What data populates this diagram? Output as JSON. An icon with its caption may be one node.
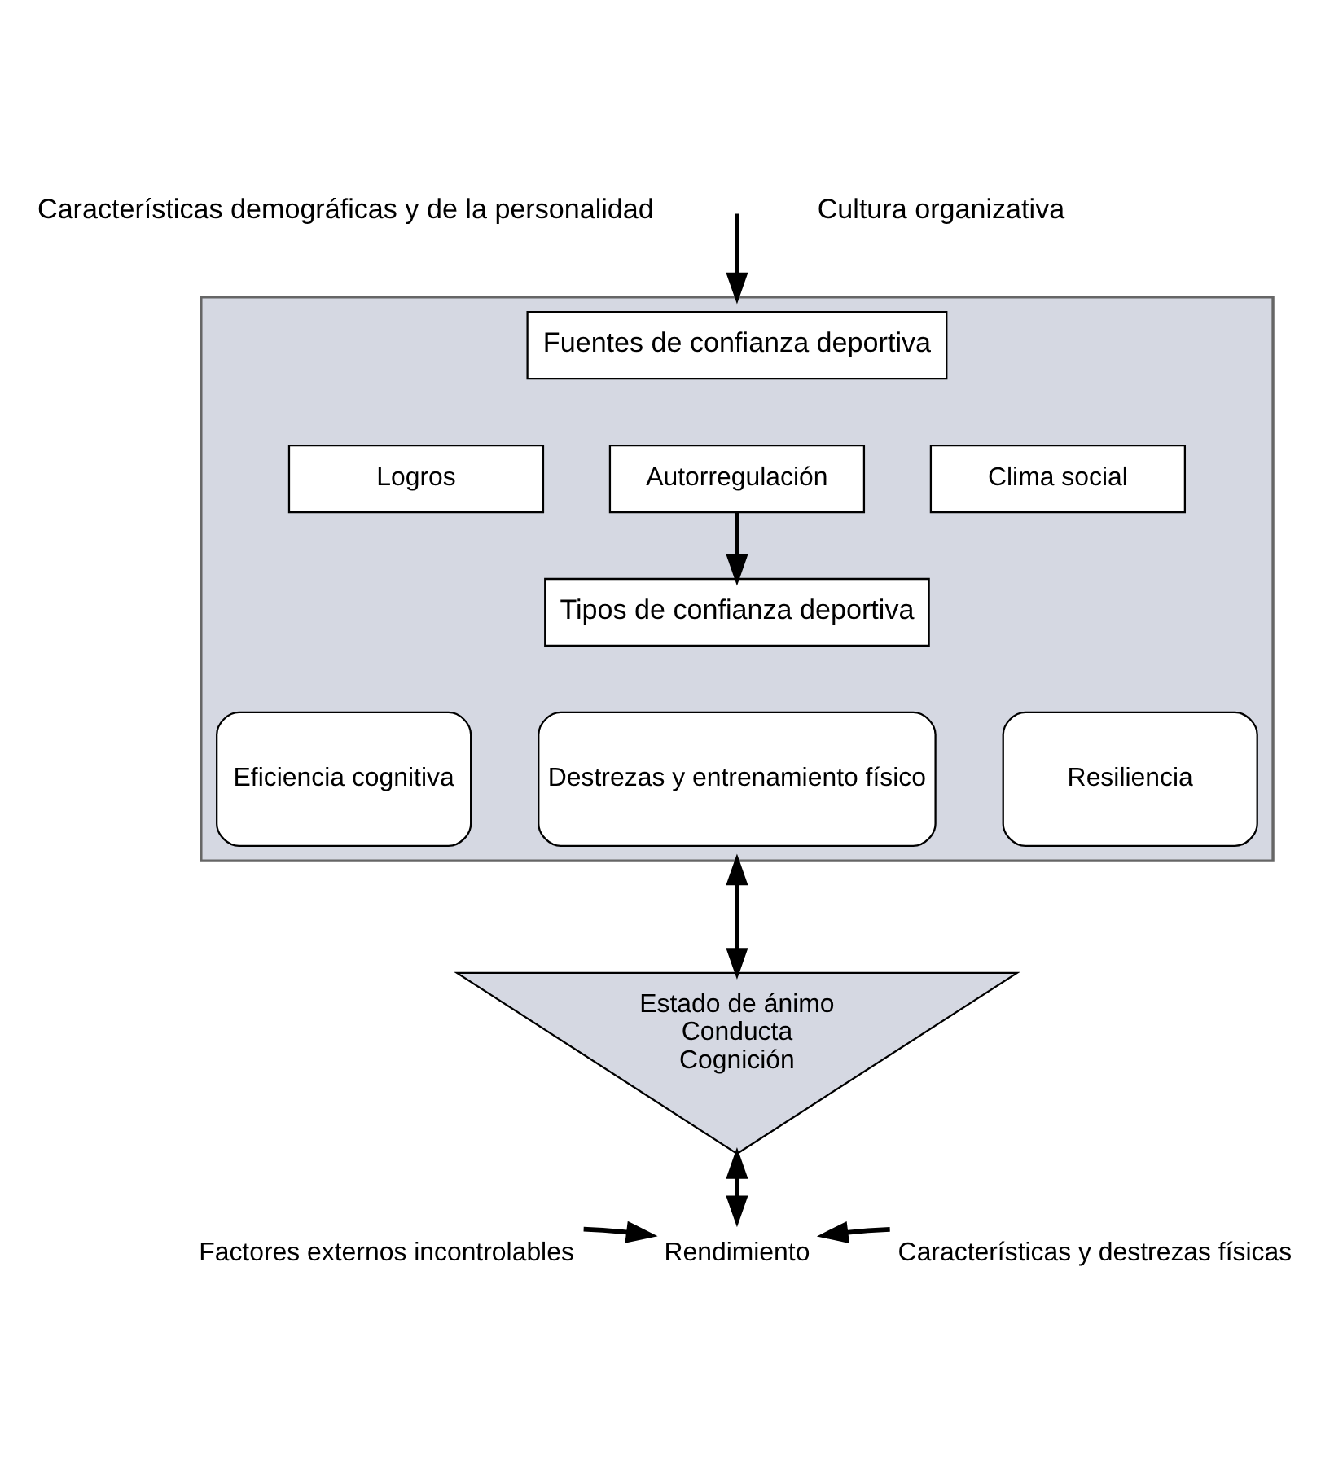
{
  "diagram": {
    "nodes": [
      {
        "text": [
          "Características demográficas y de la personalidad"
        ]
      },
      {
        "text": [
          "Cultura organizativa"
        ]
      },
      {
        "text": [],
        "shape": "box"
      },
      {
        "text": [
          "Fuentes de confianza deportiva"
        ],
        "in": 2
      },
      {
        "text": [
          "Logros"
        ],
        "in": 2
      },
      {
        "text": [
          "Autorregulación"
        ],
        "in": 2
      },
      {
        "text": [
          "Clima social"
        ],
        "in": 2
      },
      {
        "text": [
          "Tipos de confianza deportiva"
        ],
        "in": 2
      },
      {
        "text": [
          "Eficiencia cognitiva"
        ],
        "in": 2
      },
      {
        "text": [
          "Destrezas y entrenamiento físico"
        ],
        "in": 2
      },
      {
        "text": [
          "Resiliencia"
        ],
        "in": 2
      },
      {
        "text": [
          "Estado de ánimo",
          "Conducta",
          "Cognición"
        ]
      },
      {
        "text": [
          "Rendimiento"
        ]
      },
      {
        "text": [
          "Factores externos incontrolables"
        ]
      },
      {
        "text": [
          "Características y destrezas físicas"
        ]
      }
    ],
    "edges": [
      {
        "from": null,
        "to": 2,
        "arrow": "to"
      },
      {
        "from": 5,
        "to": 7,
        "arrow": "to"
      },
      {
        "from": 2,
        "to": 11,
        "arrow": "both"
      },
      {
        "from": 11,
        "to": 12,
        "arrow": "both"
      },
      {
        "from": 13,
        "to": 12,
        "arrow": "to"
      },
      {
        "from": 14,
        "to": 12,
        "arrow": "to"
      }
    ]
  }
}
